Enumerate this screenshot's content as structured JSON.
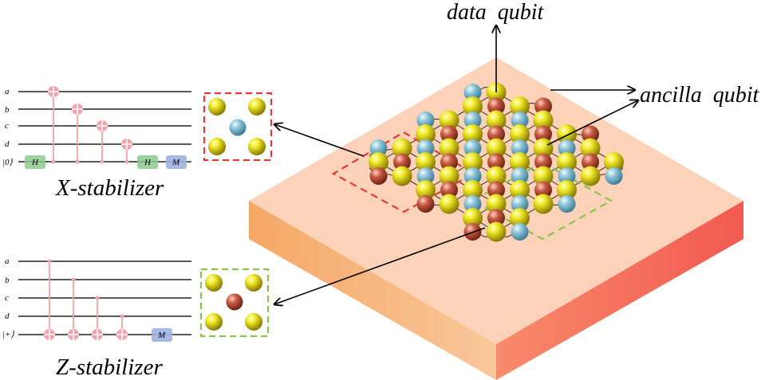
{
  "labels": {
    "data_qubit": "data  qubit",
    "ancilla_qubit": "ancilla  qubit",
    "x_stabilizer": "X-stabilizer",
    "z_stabilizer": "Z-stabilizer"
  },
  "x_circuit": {
    "wires": [
      "a",
      "b",
      "c",
      "d",
      "|0⟩"
    ],
    "gates": {
      "h1": "H",
      "h2": "H",
      "m": "M"
    }
  },
  "z_circuit": {
    "wires": [
      "a",
      "b",
      "c",
      "d",
      "|+⟩"
    ],
    "gates": {
      "m": "M"
    }
  },
  "colors": {
    "data": "#e6e020",
    "ancilla_x": "#8cc4d8",
    "ancilla_z": "#c85a44",
    "x_box": "#e53935",
    "z_box": "#8bc34a",
    "slab_top": "#fcd3b8",
    "slab_left": "#f7b07c",
    "slab_right": "#f46a5a"
  }
}
